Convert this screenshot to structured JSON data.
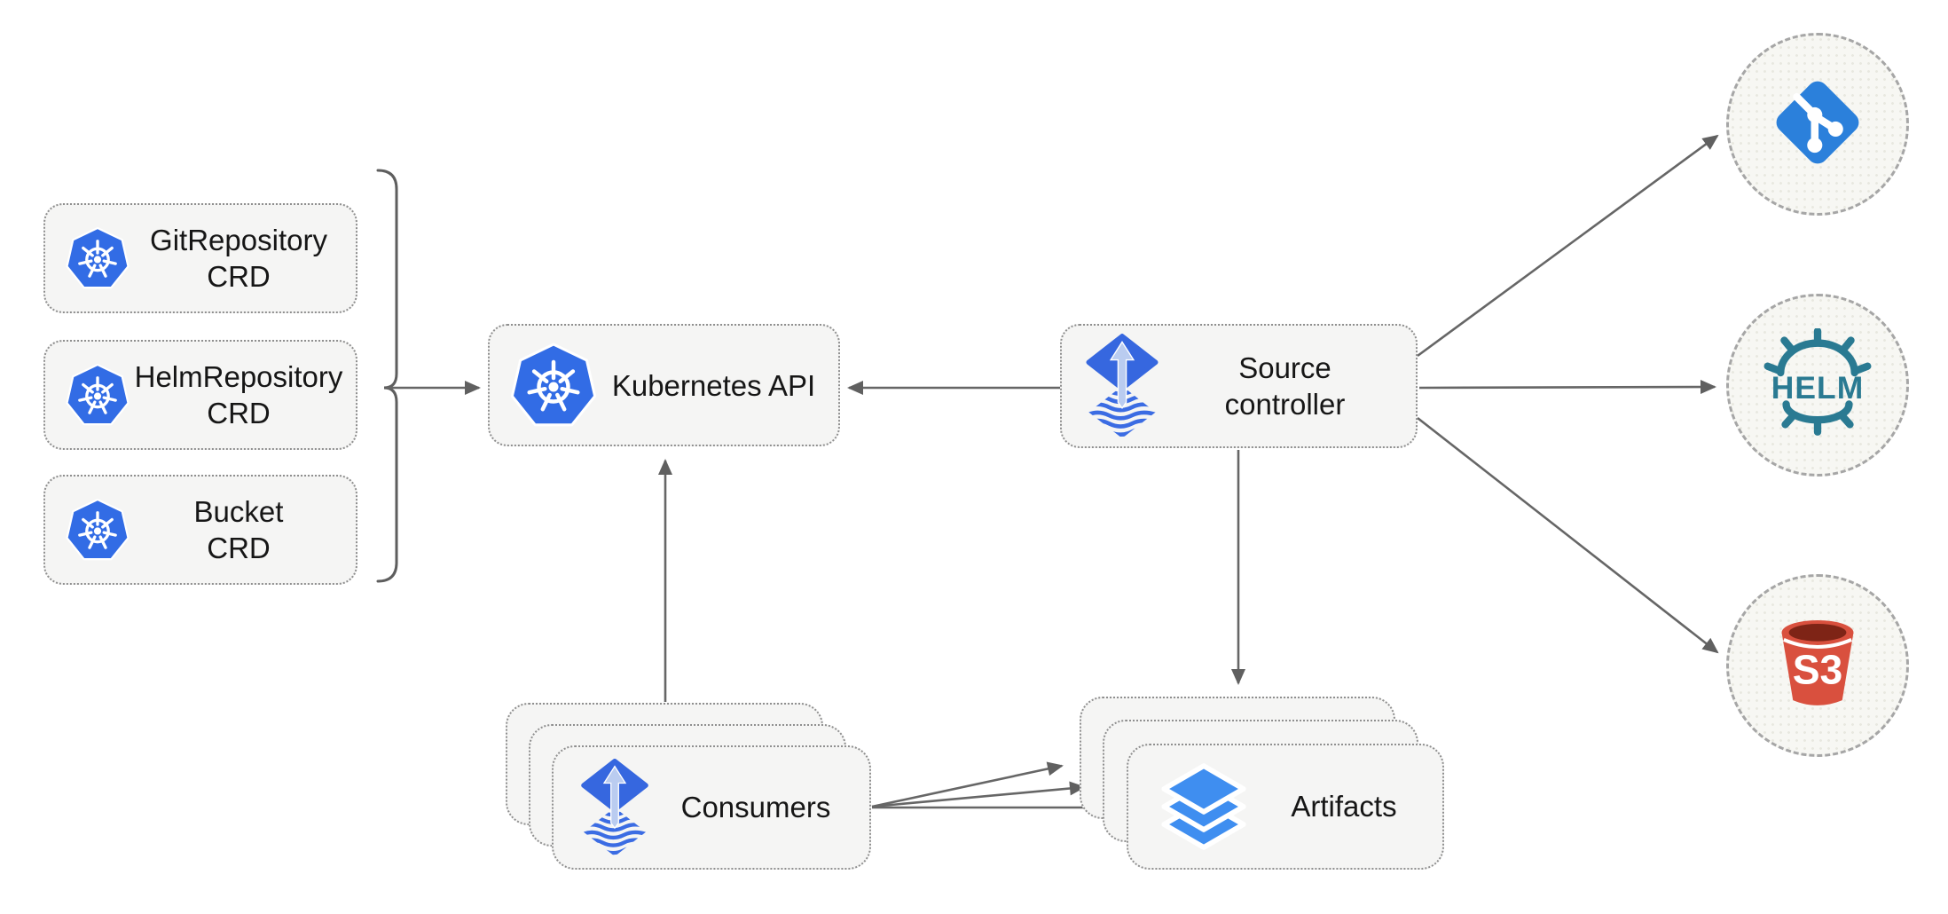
{
  "diagram": {
    "subject": "Flux source-controller architecture",
    "background": "#FFFFFF"
  },
  "colors": {
    "kubernetes_blue": "#326CE5",
    "flux_blue": "#3667DF",
    "flux_stripe_blue": "#3B6CE3",
    "flux_arrow_light": "#BACCF0",
    "git_blue": "#2B80DB",
    "helm_teal": "#2A7A92",
    "s3_red": "#D9503E",
    "s3_dark_rim": "#7E2416",
    "artifact_blue": "#3F8EF0",
    "line_gray": "#666666",
    "box_fill": "#F5F5F4",
    "box_border": "#8F8F8F",
    "text": "#161616"
  },
  "nodes": {
    "crd_boxes": [
      {
        "id": "git-repository-crd",
        "line1": "GitRepository",
        "line2": "CRD",
        "icon": "kubernetes-icon"
      },
      {
        "id": "helm-repository-crd",
        "line1": "HelmRepository",
        "line2": "CRD",
        "icon": "kubernetes-icon"
      },
      {
        "id": "bucket-crd",
        "line1": "Bucket",
        "line2": "CRD",
        "icon": "kubernetes-icon"
      }
    ],
    "kubernetes_api": {
      "label": "Kubernetes API",
      "icon": "kubernetes-icon"
    },
    "source_controller": {
      "line1": "Source",
      "line2": "controller",
      "icon": "flux-icon"
    },
    "consumers": {
      "label": "Consumers",
      "icon": "flux-icon",
      "stack_count": 3
    },
    "artifacts": {
      "label": "Artifacts",
      "icon": "layers-icon",
      "stack_count": 3
    },
    "externals": [
      {
        "id": "git",
        "icon": "git-logo-icon",
        "label": ""
      },
      {
        "id": "helm",
        "icon": "helm-logo-icon",
        "label": "HELM"
      },
      {
        "id": "s3",
        "icon": "s3-bucket-icon",
        "label": "S3"
      }
    ]
  },
  "edges": [
    {
      "from": "crd-group",
      "to": "kubernetes-api",
      "style": "brace-arrow"
    },
    {
      "from": "source-controller",
      "to": "kubernetes-api",
      "style": "arrow"
    },
    {
      "from": "consumers",
      "to": "kubernetes-api",
      "style": "arrow"
    },
    {
      "from": "source-controller",
      "to": "artifacts",
      "style": "arrow"
    },
    {
      "from": "source-controller",
      "to": "git",
      "style": "arrow"
    },
    {
      "from": "source-controller",
      "to": "helm",
      "style": "arrow"
    },
    {
      "from": "source-controller",
      "to": "s3",
      "style": "arrow"
    },
    {
      "from": "consumers",
      "to": "artifacts",
      "style": "arrow",
      "count": 3
    }
  ]
}
